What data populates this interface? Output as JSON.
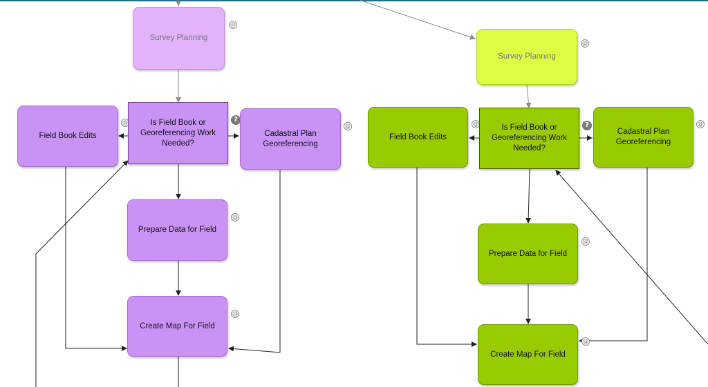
{
  "colors": {
    "top_bar": "#1e6f8a",
    "purple_light": "#e2b3fb",
    "purple": "#c893f5",
    "purple_border": "#b069d0",
    "yellow_green": "#dcff44",
    "yellow_green_border": "#b4d12a",
    "green": "#99cc00",
    "green_border": "#6e9a00",
    "edge_gray": "#8a8a8a",
    "edge_black": "#222222"
  },
  "left_flow": {
    "survey_planning": "Survey Planning",
    "decision": "Is Field Book or Georeferencing Work Needed?",
    "field_book_edits": "Field Book Edits",
    "cadastral_georef": "Cadastral Plan Georeferencing",
    "prepare_data": "Prepare Data for Field",
    "create_map": "Create Map For Field"
  },
  "right_flow": {
    "survey_planning": "Survey Planning",
    "decision": "Is Field Book or Georeferencing Work Needed?",
    "field_book_edits": "Field Book Edits",
    "cadastral_georef": "Cadastral Plan Georeferencing",
    "prepare_data": "Prepare Data for Field",
    "create_map": "Create Map For Field"
  },
  "icons": {
    "at_badge": "@",
    "help_badge": "?"
  }
}
